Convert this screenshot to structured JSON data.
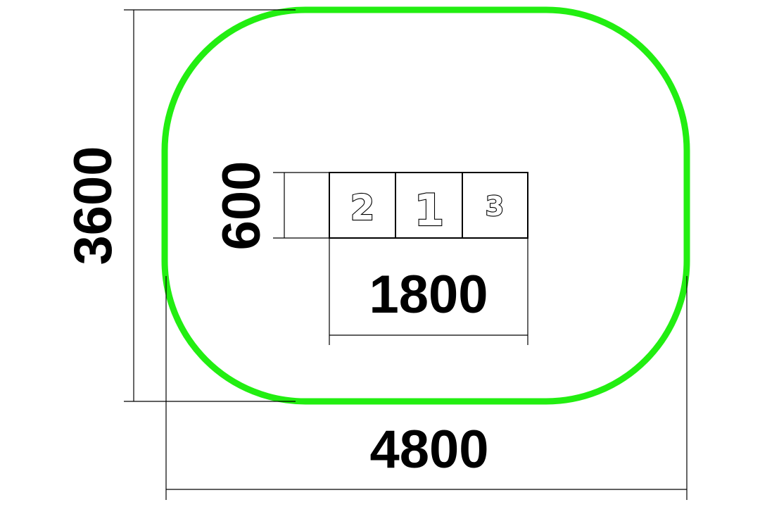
{
  "diagram": {
    "dimensions": {
      "overall_width": "4800",
      "overall_height": "3600",
      "podium_width": "1800",
      "podium_height": "600"
    },
    "podium": {
      "places": [
        "2",
        "1",
        "3"
      ]
    },
    "colors": {
      "boundary": "#22ee11",
      "lines": "#000000",
      "background": "#ffffff"
    }
  }
}
